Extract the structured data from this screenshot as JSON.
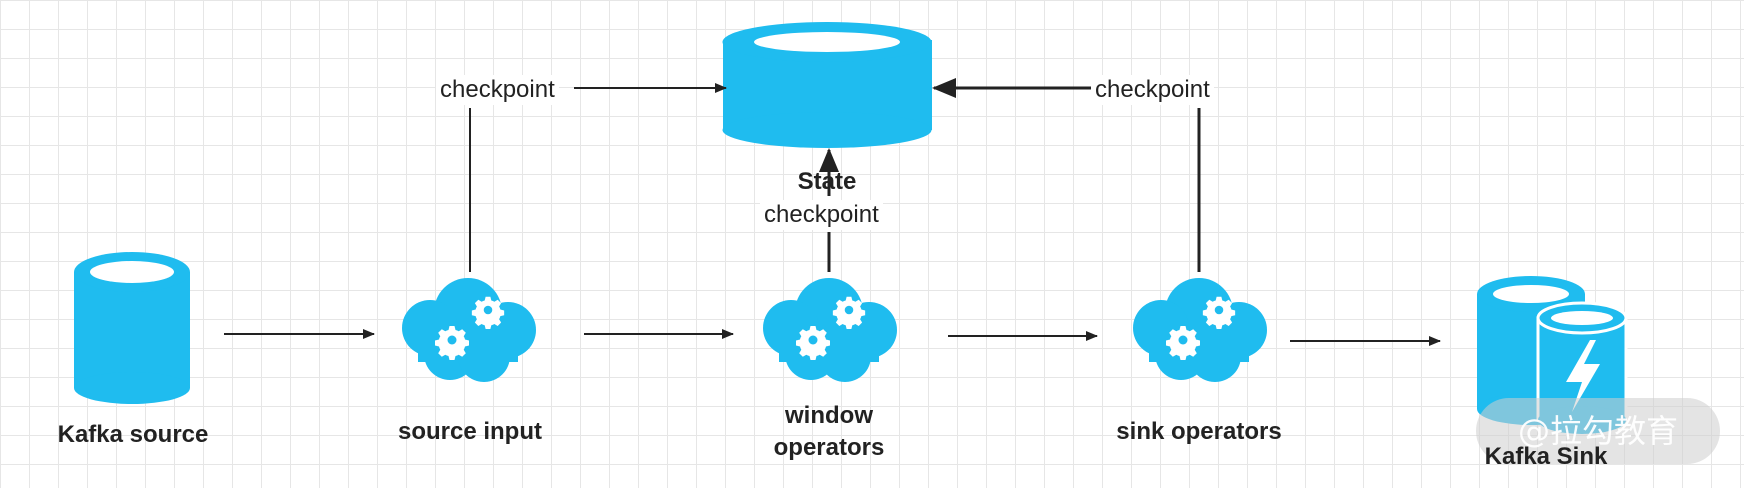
{
  "colors": {
    "accent": "#1fbcef",
    "line": "#222222",
    "text": "#222222"
  },
  "nodes": {
    "kafka_source": {
      "label": "Kafka source",
      "icon": "database-cylinder-icon"
    },
    "source_input": {
      "label": "source input",
      "icon": "cloud-gears-icon"
    },
    "window_operators": {
      "label_line1": "window",
      "label_line2": "operators",
      "icon": "cloud-gears-icon"
    },
    "sink_operators": {
      "label": "sink operators",
      "icon": "cloud-gears-icon"
    },
    "kafka_sink": {
      "label": "Kafka Sink",
      "icon": "database-lightning-icon"
    },
    "state": {
      "label": "State",
      "icon": "storage-disk-icon"
    }
  },
  "edges": {
    "source_checkpoint": "checkpoint",
    "window_checkpoint": "checkpoint",
    "sink_checkpoint": "checkpoint"
  },
  "watermark": {
    "text": "@拉勾教育"
  }
}
